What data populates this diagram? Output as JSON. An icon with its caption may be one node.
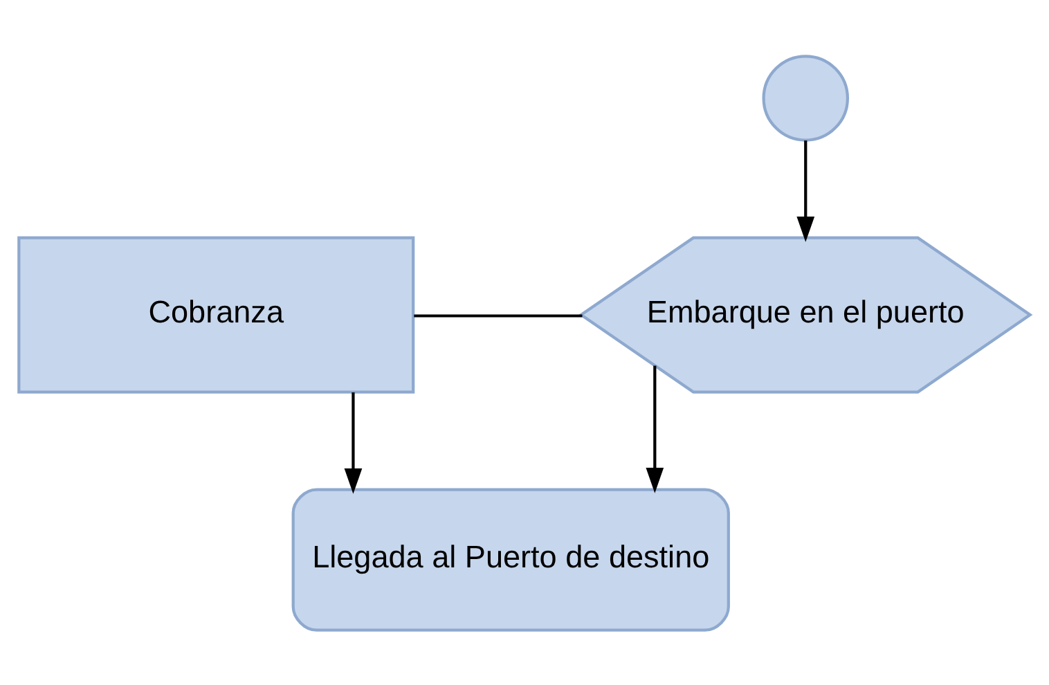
{
  "diagram": {
    "nodes": [
      {
        "text": [],
        "shape": "circle"
      },
      {
        "text": [
          "Embarque en el puerto"
        ]
      },
      {
        "text": [
          "Cobranza"
        ]
      },
      {
        "text": [
          "Llegada al Puerto de destino"
        ]
      }
    ],
    "edges": [
      {
        "from": 0,
        "to": 1,
        "arrow": "to"
      },
      {
        "from": 2,
        "to": 1,
        "arrow": "none"
      },
      {
        "from": 1,
        "to": 3,
        "arrow": "to"
      },
      {
        "from": 2,
        "to": 3,
        "arrow": "to"
      }
    ]
  }
}
